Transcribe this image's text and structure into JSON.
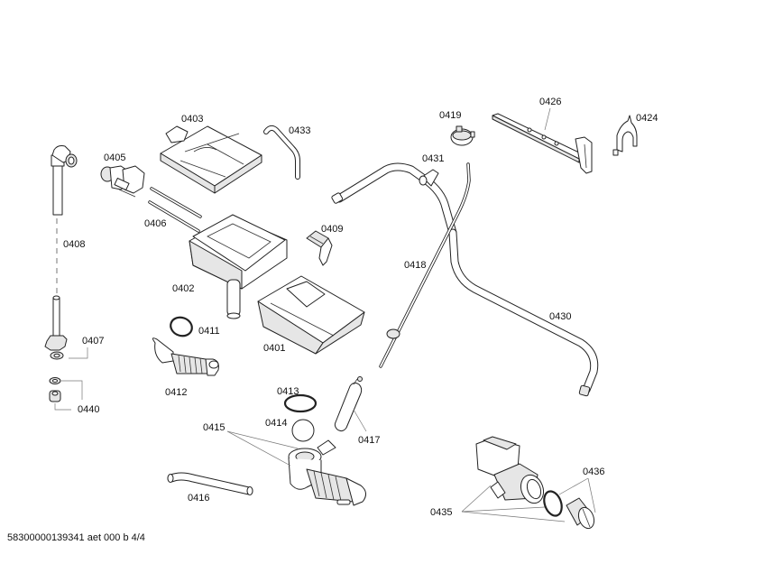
{
  "diagram": {
    "type": "exploded-parts-diagram",
    "subject": "washing machine detergent dispenser, hoses and drain pump assembly",
    "parts": [
      {
        "id": "0401",
        "label": "0401",
        "description": "detergent drawer"
      },
      {
        "id": "0402",
        "label": "0402",
        "description": "dispenser housing"
      },
      {
        "id": "0403",
        "label": "0403",
        "description": "dispenser cover / top"
      },
      {
        "id": "0405",
        "label": "0405",
        "description": "inlet solenoid valve"
      },
      {
        "id": "0406",
        "label": "0406",
        "description": "connecting hoses"
      },
      {
        "id": "0407",
        "label": "0407",
        "description": "hose connector with washer"
      },
      {
        "id": "0408",
        "label": "0408",
        "description": "inlet hose elbow"
      },
      {
        "id": "0409",
        "label": "0409",
        "description": "drawer insert / clip"
      },
      {
        "id": "0411",
        "label": "0411",
        "description": "clamp ring"
      },
      {
        "id": "0412",
        "label": "0412",
        "description": "bellows hose"
      },
      {
        "id": "0413",
        "label": "0413",
        "description": "seal ring"
      },
      {
        "id": "0414",
        "label": "0414",
        "description": "ball"
      },
      {
        "id": "0415",
        "label": "0415",
        "description": "drain sump hose"
      },
      {
        "id": "0416",
        "label": "0416",
        "description": "small hose"
      },
      {
        "id": "0417",
        "label": "0417",
        "description": "heater / sensor"
      },
      {
        "id": "0418",
        "label": "0418",
        "description": "pressure tube"
      },
      {
        "id": "0419",
        "label": "0419",
        "description": "hose clamp"
      },
      {
        "id": "0424",
        "label": "0424",
        "description": "hose holder"
      },
      {
        "id": "0426",
        "label": "0426",
        "description": "holding rail"
      },
      {
        "id": "0430",
        "label": "0430",
        "description": "drain hose"
      },
      {
        "id": "0431",
        "label": "0431",
        "description": "hose with bracket"
      },
      {
        "id": "0433",
        "label": "0433",
        "description": "bent tube"
      },
      {
        "id": "0435",
        "label": "0435",
        "description": "drain pump"
      },
      {
        "id": "0436",
        "label": "0436",
        "description": "filter with seal"
      },
      {
        "id": "0440",
        "label": "0440",
        "description": "washer and nut"
      }
    ],
    "footer": "58300000139341 aet 000 b 4/4"
  }
}
